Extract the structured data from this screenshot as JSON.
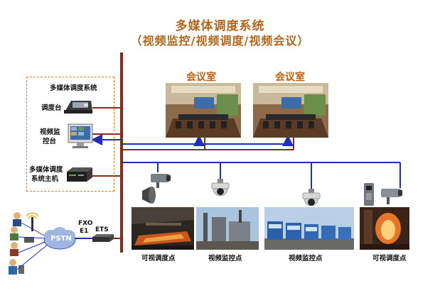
{
  "title": {
    "line1": "多媒体调度系统",
    "line2": "（视频监控/视频调度/视频会议）"
  },
  "left_box": {
    "title": "多媒体调度系统",
    "console_label": "调度台",
    "video_console_label_1": "视频监",
    "video_console_label_2": "控台",
    "host_label_1": "多媒体调度",
    "host_label_2": "系统主机"
  },
  "rooms": [
    {
      "label": "会议室"
    },
    {
      "label": "会议室"
    }
  ],
  "network": {
    "pstn_label": "PSTN",
    "fxo_label": "FXO",
    "e1_label": "E1",
    "ets_label": "ETS"
  },
  "sites": [
    {
      "caption": "可视调度点"
    },
    {
      "caption": "视频监控点"
    },
    {
      "caption": "视频监控点"
    },
    {
      "caption": "可视调度点"
    }
  ],
  "colors": {
    "backbone": "#8b2a1a",
    "blue_line": "#1e2fb8",
    "title": "#b5651d",
    "dashed_border": "#e07b1a"
  }
}
